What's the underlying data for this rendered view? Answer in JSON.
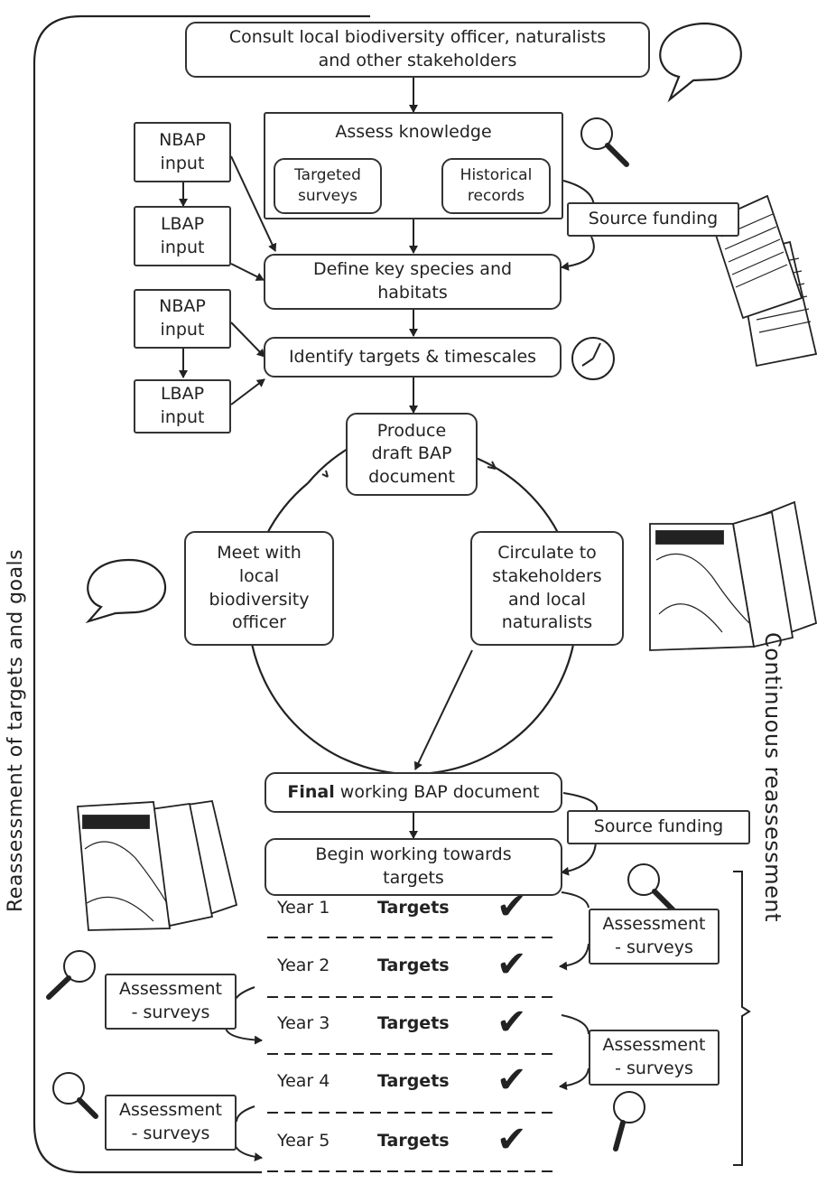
{
  "left_side_label": "Reassessment of targets and goals",
  "right_side_label": "Continuous reassessment",
  "consult": "Consult local biodiversity officer, naturalists\nand other stakeholders",
  "assess_title": "Assess knowledge",
  "targeted_surveys": "Targeted\nsurveys",
  "historical_records": "Historical\nrecords",
  "source_funding_top": "Source funding",
  "nbap_1": "NBAP\ninput",
  "lbap_1": "LBAP\ninput",
  "nbap_2": "NBAP\ninput",
  "lbap_2": "LBAP\ninput",
  "define_key": "Define key species and\nhabitats",
  "identify_targets": "Identify targets & timescales",
  "produce_draft": "Produce\ndraft BAP\ndocument",
  "meet_officer": "Meet with\nlocal\nbiodiversity\nofficer",
  "circulate": "Circulate to\nstakeholders\nand local\nnaturalists",
  "final_doc_prefix": "Final",
  "final_doc_rest": " working BAP document",
  "begin_working": "Begin working towards\ntargets",
  "source_funding_bottom": "Source funding",
  "assessment_right_1": "Assessment\n- surveys",
  "assessment_left_1": "Assessment\n- surveys",
  "assessment_right_2": "Assessment\n- surveys",
  "assessment_left_2": "Assessment\n- surveys",
  "years": [
    {
      "year": "Year 1",
      "targets": "Targets"
    },
    {
      "year": "Year 2",
      "targets": "Targets"
    },
    {
      "year": "Year 3",
      "targets": "Targets"
    },
    {
      "year": "Year 4",
      "targets": "Targets"
    },
    {
      "year": "Year 5",
      "targets": "Targets"
    }
  ],
  "check_glyph": "✔",
  "icons": [
    "speech-bubble-icon",
    "magnifier-icon",
    "clock-icon",
    "document-icon",
    "insect-icon",
    "leaf-icon"
  ]
}
